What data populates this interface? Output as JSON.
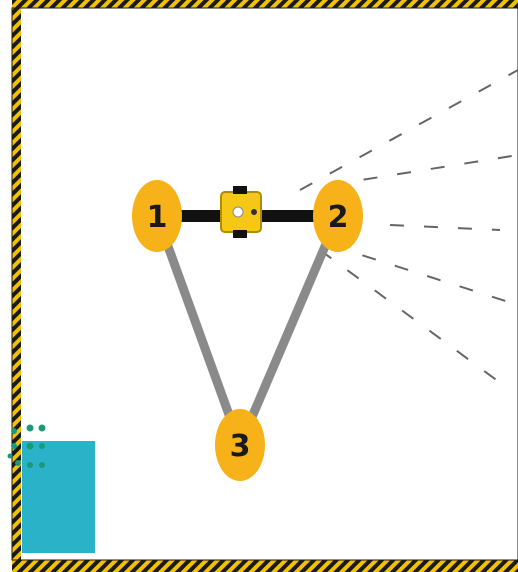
{
  "diagram": {
    "colors": {
      "background": "#ffffff",
      "border_yellow": "#f2c200",
      "border_black": "#1a1a1a",
      "node_fill": "#f7b21a",
      "link_active": "#111111",
      "link_inactive": "#8a8a8a",
      "robot_body": "#f5c816",
      "ray": "#666666",
      "box": "#2ab3c8",
      "dots": "#1a9a7a"
    },
    "nodes": [
      {
        "id": "1",
        "label": "1"
      },
      {
        "id": "2",
        "label": "2"
      },
      {
        "id": "3",
        "label": "3"
      }
    ],
    "edges": [
      {
        "from": "1",
        "to": "2",
        "state": "active"
      },
      {
        "from": "1",
        "to": "3",
        "state": "inactive"
      },
      {
        "from": "2",
        "to": "3",
        "state": "inactive"
      }
    ],
    "robot": {
      "on_edge": "1-2",
      "icon": "robot-icon"
    },
    "sensor": {
      "icon": "sensor-rays-icon"
    },
    "zone": {
      "icon": "target-zone-icon"
    }
  }
}
